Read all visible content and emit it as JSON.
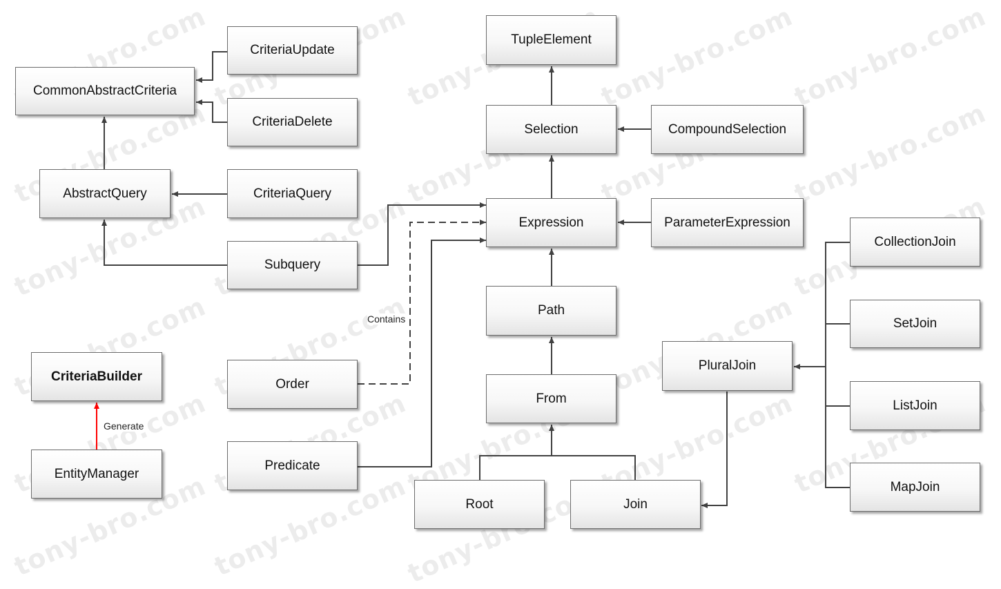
{
  "watermark": {
    "text": "tony-bro.com"
  },
  "nodes": {
    "criteria_update": "CriteriaUpdate",
    "common_abstract_criteria": "CommonAbstractCriteria",
    "criteria_delete": "CriteriaDelete",
    "abstract_query": "AbstractQuery",
    "criteria_query": "CriteriaQuery",
    "subquery": "Subquery",
    "criteria_builder": "CriteriaBuilder",
    "entity_manager": "EntityManager",
    "order": "Order",
    "predicate": "Predicate",
    "tuple_element": "TupleElement",
    "selection": "Selection",
    "compound_selection": "CompoundSelection",
    "expression": "Expression",
    "parameter_expression": "ParameterExpression",
    "path": "Path",
    "from": "From",
    "root": "Root",
    "join": "Join",
    "plural_join": "PluralJoin",
    "collection_join": "CollectionJoin",
    "set_join": "SetJoin",
    "list_join": "ListJoin",
    "map_join": "MapJoin"
  },
  "edge_labels": {
    "contains": "Contains",
    "generate": "Generate"
  },
  "colors": {
    "edge": "#404040",
    "generate_edge": "#ff0000",
    "box_border": "#6b6b6b"
  }
}
